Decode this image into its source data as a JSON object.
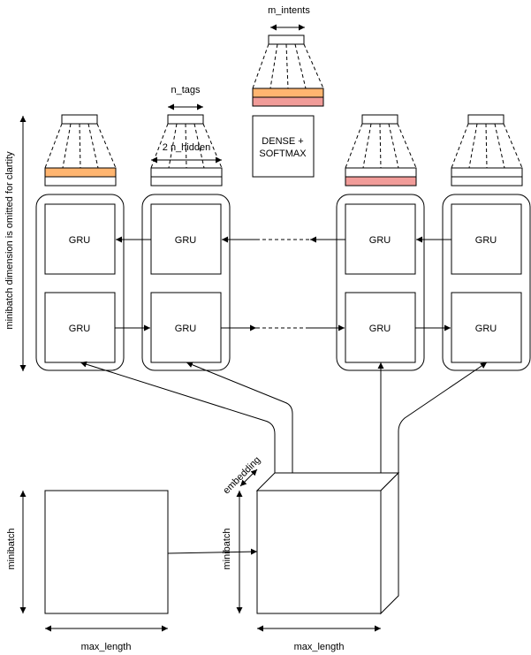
{
  "labels": {
    "m_intents": "m_intents",
    "n_tags": "n_tags",
    "two_n_hidden": "2 n_hidden",
    "dense_line1": "DENSE +",
    "dense_line2": "SOFTMAX",
    "omitted_note": "minibatch dimension is omitted for clartity",
    "embedding": "embedding",
    "minibatch_left": "minibatch",
    "minibatch_right": "minibatch",
    "max_length_left": "max_length",
    "max_length_right": "max_length"
  },
  "gru_label": "GRU",
  "colors": {
    "orange": "#ffb570",
    "pink": "#f19c99",
    "stroke": "#000000"
  }
}
